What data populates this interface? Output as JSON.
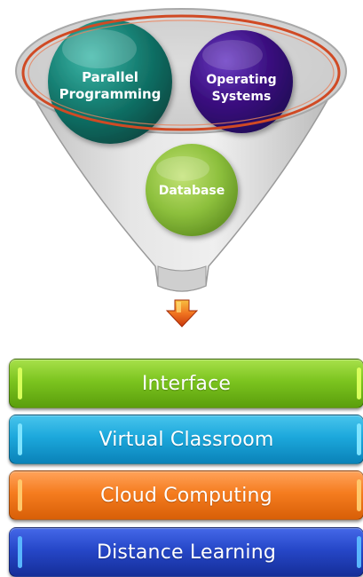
{
  "funnel": {
    "circles": [
      {
        "id": "parallel",
        "lines": [
          "Parallel",
          "Programming"
        ],
        "color": "#137a6e",
        "icon": "circle"
      },
      {
        "id": "operating",
        "lines": [
          "Operating",
          "Systems"
        ],
        "color": "#3b1080",
        "icon": "circle"
      },
      {
        "id": "database",
        "lines": [
          "Database"
        ],
        "color": "#8cbf3c",
        "icon": "circle"
      }
    ],
    "ellipse_outline_color": "#d04a24",
    "arrow_color": "#e2541a"
  },
  "bars": [
    {
      "id": "interface",
      "label": "Interface",
      "color": "#7cc41f"
    },
    {
      "id": "virtual",
      "label": "Virtual Classroom",
      "color": "#1ca8dc"
    },
    {
      "id": "cloud",
      "label": "Cloud Computing",
      "color": "#f57c1f"
    },
    {
      "id": "distance",
      "label": "Distance Learning",
      "color": "#2647c8"
    }
  ]
}
